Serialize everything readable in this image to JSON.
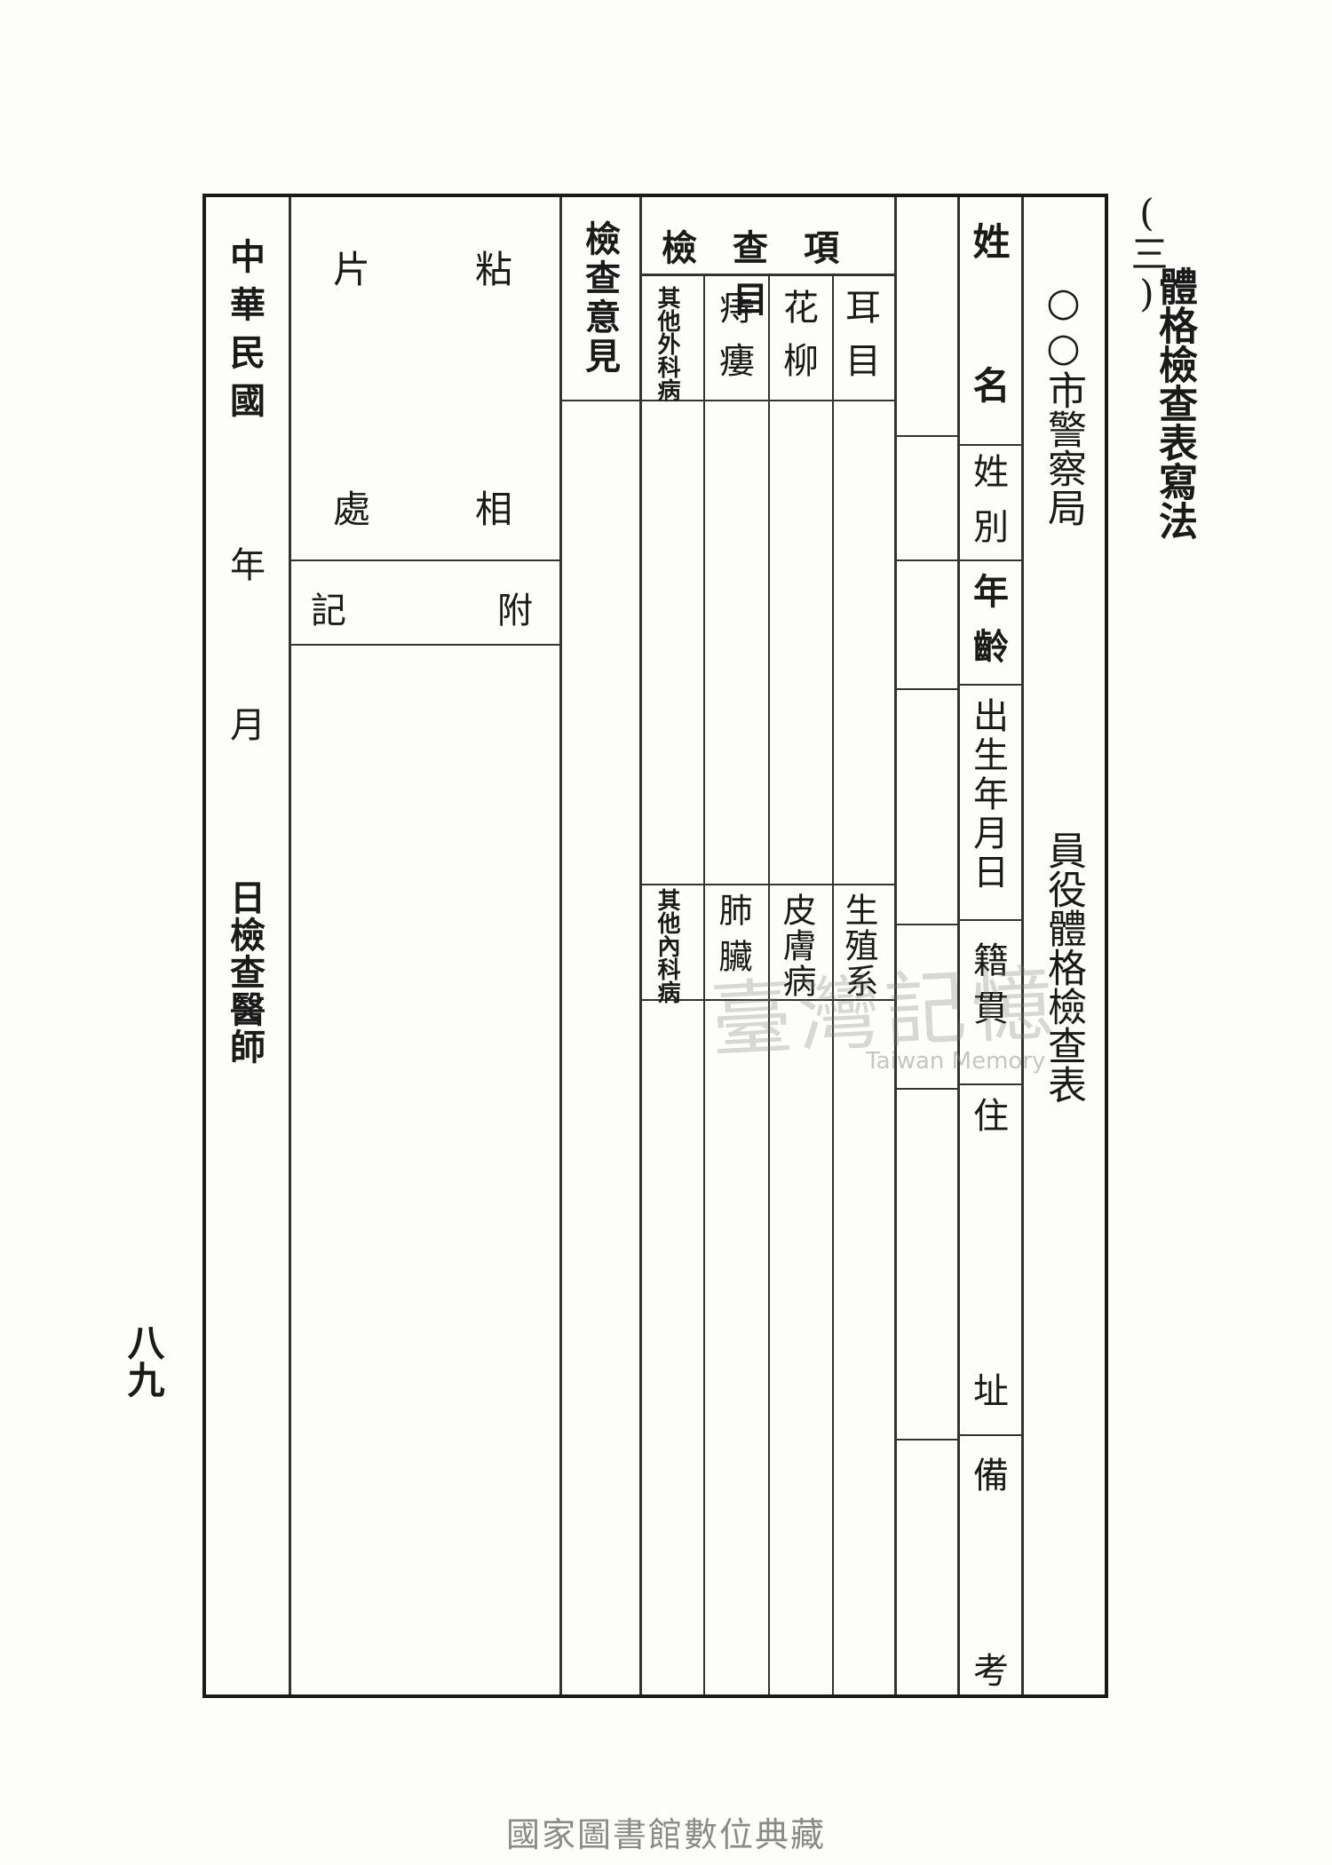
{
  "section_number": "(三)",
  "section_title": "體格檢查表寫法",
  "issuer": "○○市警察局",
  "form_title": "員役體格檢查表",
  "personal_fields": {
    "name": "姓名",
    "sex": "姓別",
    "age": "年齡",
    "birth": "出生年月日",
    "origin": "籍貫",
    "address": "住址",
    "remarks": "備考"
  },
  "exam_header": "檢查項目",
  "exam_items_top": [
    "耳目",
    "花柳",
    "痔瘻",
    "其他外科病"
  ],
  "exam_items_bottom": [
    "生殖系",
    "皮膚病",
    "肺臟",
    "其他內科病"
  ],
  "opinion": "檢查意見",
  "photo_area": "粘片相處",
  "photo_chars": [
    "粘",
    "片",
    "相",
    "處"
  ],
  "notes_label": "附記",
  "notes_chars": [
    "附",
    "記"
  ],
  "date_line": {
    "republic": "中華民國",
    "year": "年",
    "month": "月",
    "day_doctor": "日檢查醫師"
  },
  "page_number": "八九",
  "watermark": "臺灣記憶",
  "watermark_en": "Taiwan Memory",
  "footer": "國家圖書館數位典藏"
}
